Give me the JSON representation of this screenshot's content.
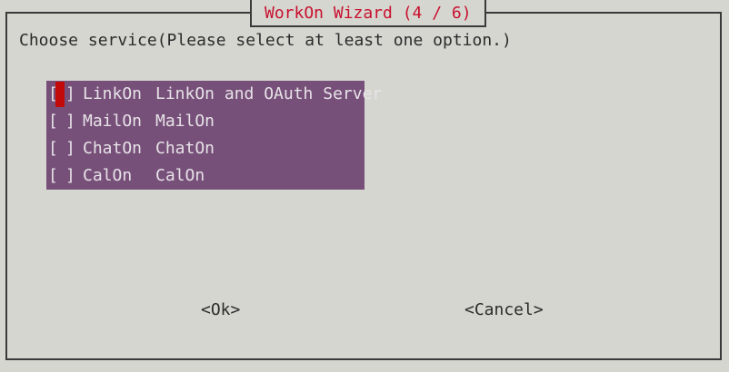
{
  "dialog": {
    "title": "WorkOn Wizard (4 / 6)",
    "prompt": "Choose service(Please select at least one option.)"
  },
  "checklist": {
    "items": [
      {
        "checked": false,
        "mark": " ",
        "tag": "LinkOn",
        "description": "LinkOn and OAuth Server",
        "focused": true
      },
      {
        "checked": false,
        "mark": " ",
        "tag": "MailOn",
        "description": "MailOn",
        "focused": false
      },
      {
        "checked": false,
        "mark": " ",
        "tag": "ChatOn",
        "description": "ChatOn",
        "focused": false
      },
      {
        "checked": false,
        "mark": " ",
        "tag": "CalOn",
        "description": "CalOn",
        "focused": false
      }
    ]
  },
  "buttons": {
    "ok_label": "<Ok>",
    "cancel_label": "<Cancel>"
  },
  "colors": {
    "background": "#d6d6d0",
    "title": "#c8102e",
    "list_background": "#77507a",
    "cursor": "#c20a0a"
  }
}
